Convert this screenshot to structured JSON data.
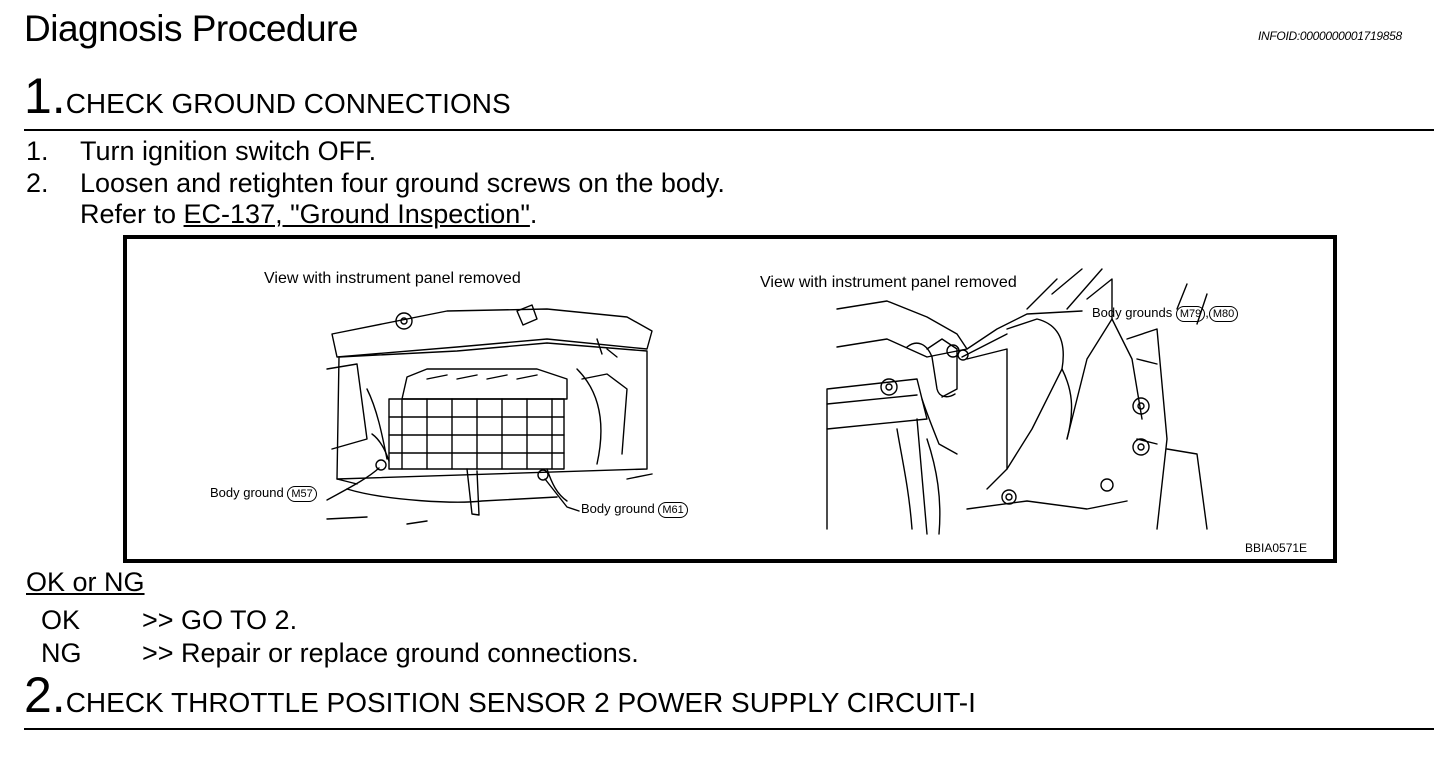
{
  "header": {
    "title": "Diagnosis Procedure",
    "info_id": "INFOID:0000000001719858"
  },
  "step1": {
    "number": "1.",
    "title": "CHECK GROUND CONNECTIONS",
    "items": [
      {
        "num": "1.",
        "text": "Turn ignition switch OFF."
      },
      {
        "num": "2.",
        "text": "Loosen and retighten four ground screws on the body."
      }
    ],
    "refer_prefix": "Refer to ",
    "refer_link": "EC-137, \"Ground Inspection\"",
    "refer_suffix": ".",
    "figure": {
      "left_caption": "View with instrument panel removed",
      "right_caption": "View with instrument panel removed",
      "label_m57_text": "Body ground",
      "label_m57_conn": "M57",
      "label_m61_text": "Body ground",
      "label_m61_conn": "M61",
      "label_grounds_text": "Body grounds",
      "label_m79": "M79",
      "label_sep": ",",
      "label_m80": "M80",
      "figure_code": "BBIA0571E"
    },
    "result_heading": "OK or NG",
    "results": [
      {
        "key": "OK",
        "text": ">> GO TO 2."
      },
      {
        "key": "NG",
        "text": ">> Repair or replace ground connections."
      }
    ]
  },
  "step2": {
    "number": "2.",
    "title": "CHECK THROTTLE POSITION SENSOR 2 POWER SUPPLY CIRCUIT-I"
  }
}
